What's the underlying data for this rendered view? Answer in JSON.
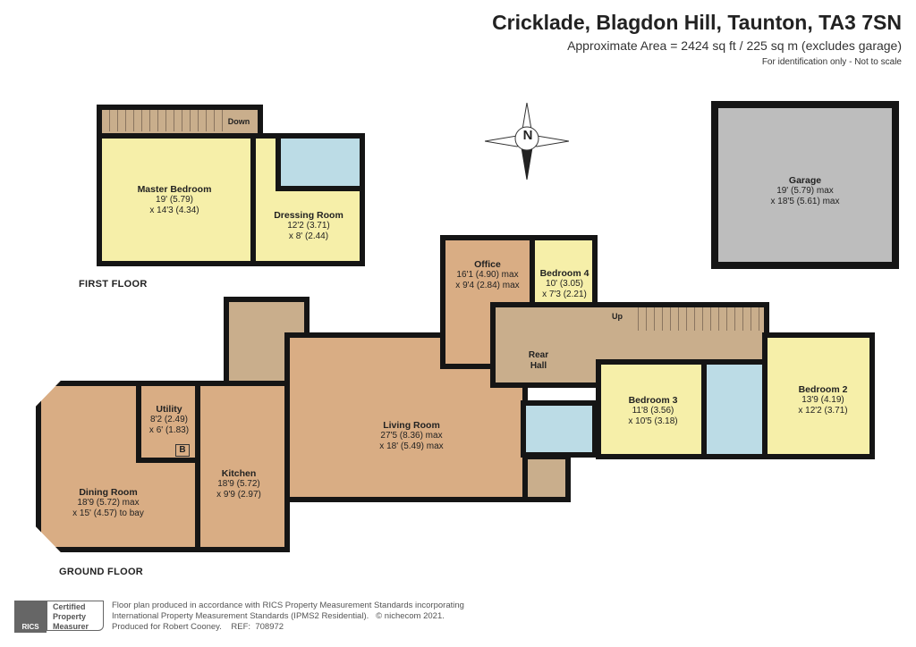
{
  "header": {
    "title": "Cricklade, Blagdon Hill, Taunton, TA3 7SN",
    "area": "Approximate Area = 2424 sq ft / 225 sq m (excludes garage)",
    "note": "For identification only - Not to scale"
  },
  "compass": {
    "label": "N",
    "icon": "compass-icon"
  },
  "first_floor": {
    "label": "FIRST FLOOR",
    "stairs": "Down",
    "rooms": [
      {
        "name": "Master Bedroom",
        "dims": [
          "19' (5.79)",
          "x 14'3 (4.34)"
        ]
      },
      {
        "name": "Dressing Room",
        "dims": [
          "12'2 (3.71)",
          "x 8' (2.44)"
        ]
      }
    ]
  },
  "garage": {
    "name": "Garage",
    "dims": [
      "19' (5.79) max",
      "x 18'5 (5.61) max"
    ]
  },
  "ground_floor": {
    "label": "GROUND FLOOR",
    "stairs": "Up",
    "rooms": [
      {
        "name": "Office",
        "dims": [
          "16'1 (4.90) max",
          "x 9'4 (2.84) max"
        ]
      },
      {
        "name": "Bedroom 4",
        "dims": [
          "10' (3.05)",
          "x 7'3 (2.21)"
        ]
      },
      {
        "name": "Rear",
        "dims": [
          "Hall"
        ]
      },
      {
        "name": "Bedroom 3",
        "dims": [
          "11'8 (3.56)",
          "x 10'5 (3.18)"
        ]
      },
      {
        "name": "Bedroom 2",
        "dims": [
          "13'9 (4.19)",
          "x 12'2 (3.71)"
        ]
      },
      {
        "name": "Living Room",
        "dims": [
          "27'5 (8.36) max",
          "x 18' (5.49) max"
        ]
      },
      {
        "name": "Utility",
        "dims": [
          "8'2 (2.49)",
          "x 6' (1.83)"
        ]
      },
      {
        "name": "Kitchen",
        "dims": [
          "18'9 (5.72)",
          "x 9'9 (2.97)"
        ]
      },
      {
        "name": "Dining Room",
        "dims": [
          "18'9 (5.72) max",
          "x 15' (4.57) to bay"
        ]
      }
    ],
    "boiler": "B"
  },
  "footer": {
    "badge_logo": "RICS",
    "badge_text": [
      "Certified",
      "Property",
      "Measurer"
    ],
    "lines": [
      "Floor plan produced in accordance with RICS Property Measurement Standards incorporating",
      "International Property Measurement Standards (IPMS2 Residential).   © nichecom 2021.",
      "Produced for Robert Cooney.    REF:  708972"
    ]
  },
  "colors": {
    "bedroom": "#f6efa9",
    "reception": "#d9ad84",
    "hall": "#c9ae8c",
    "bathroom": "#bcdce6",
    "garage": "#bdbdbd",
    "wall": "#151515"
  }
}
